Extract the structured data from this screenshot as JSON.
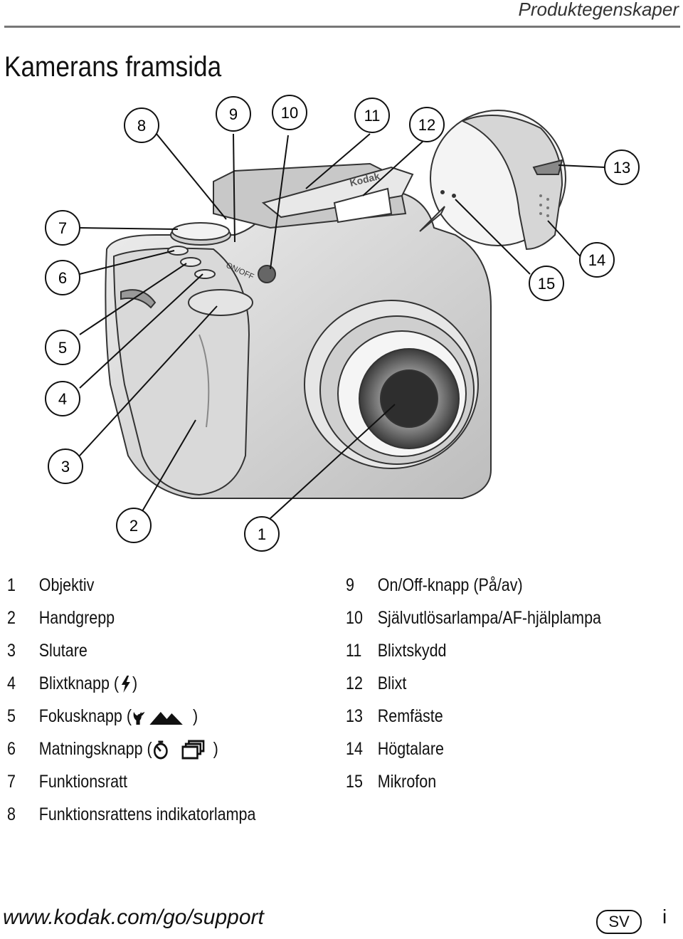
{
  "header": {
    "section": "Produktegenskaper"
  },
  "title": "Kamerans framsida",
  "callouts": [
    "1",
    "2",
    "3",
    "4",
    "5",
    "6",
    "7",
    "8",
    "9",
    "10",
    "11",
    "12",
    "13",
    "14",
    "15"
  ],
  "legend_left": [
    {
      "num": "1",
      "label": "Objektiv"
    },
    {
      "num": "2",
      "label": "Handgrepp"
    },
    {
      "num": "3",
      "label": "Slutare"
    },
    {
      "num": "4",
      "label": "Blixtknapp (",
      "suffix": ")",
      "icon": "flash-icon"
    },
    {
      "num": "5",
      "label": "Fokusknapp (",
      "suffix": ")",
      "icon": "macro-landscape-icon"
    },
    {
      "num": "6",
      "label": "Matningsknapp (",
      "suffix": ")",
      "icon": "selftimer-burst-icon"
    },
    {
      "num": "7",
      "label": "Funktionsratt"
    },
    {
      "num": "8",
      "label": "Funktionsrattens indikatorlampa"
    }
  ],
  "legend_right": [
    {
      "num": "9",
      "label": "On/Off-knapp (På/av)"
    },
    {
      "num": "10",
      "label": "Självutlösarlampa/AF-hjälplampa"
    },
    {
      "num": "11",
      "label": "Blixtskydd"
    },
    {
      "num": "12",
      "label": "Blixt"
    },
    {
      "num": "13",
      "label": "Remfäste"
    },
    {
      "num": "14",
      "label": "Högtalare"
    },
    {
      "num": "15",
      "label": "Mikrofon"
    }
  ],
  "camera_text": {
    "brand": "Kodak",
    "switch": "ON/OFF"
  },
  "footer": {
    "url": "www.kodak.com/go/support",
    "lang": "SV",
    "page": "i"
  }
}
